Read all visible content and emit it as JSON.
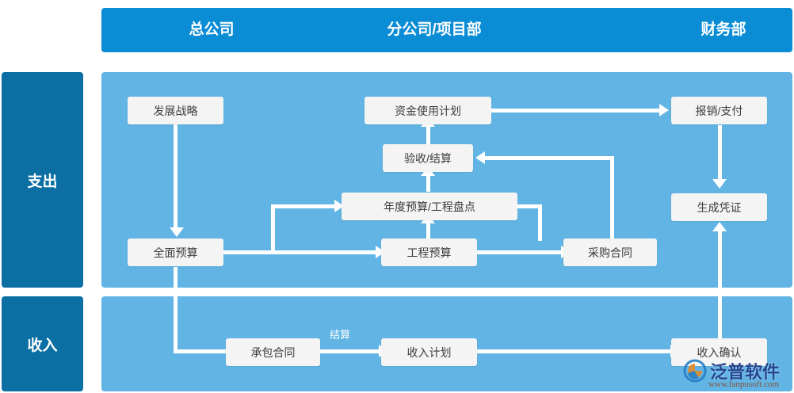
{
  "header": {
    "columns": [
      {
        "label": "总公司"
      },
      {
        "label": "分公司/项目部"
      },
      {
        "label": "财务部"
      }
    ]
  },
  "rows": [
    {
      "label": "支出"
    },
    {
      "label": "收入"
    }
  ],
  "expense_nodes": [
    {
      "id": "dev-strategy",
      "label": "发展战略"
    },
    {
      "id": "overall-budget",
      "label": "全面预算"
    },
    {
      "id": "fund-use-plan",
      "label": "资金使用计划"
    },
    {
      "id": "acceptance-settle",
      "label": "验收/结算"
    },
    {
      "id": "annual-budget",
      "label": "年度预算/工程盘点"
    },
    {
      "id": "project-budget",
      "label": "工程预算"
    },
    {
      "id": "purchase-contract",
      "label": "采购合同"
    },
    {
      "id": "reimburse-pay",
      "label": "报销/支付"
    },
    {
      "id": "generate-voucher",
      "label": "生成凭证"
    }
  ],
  "income_nodes": [
    {
      "id": "contracting",
      "label": "承包合同"
    },
    {
      "id": "income-plan",
      "label": "收入计划"
    },
    {
      "id": "income-confirm",
      "label": "收入确认"
    }
  ],
  "edge_labels": [
    {
      "id": "settlement",
      "label": "结算"
    }
  ],
  "watermark": {
    "brand": "泛普软件",
    "url": "www.fanpusoft.com"
  },
  "colors": {
    "header_blue": "#0b8dd6",
    "sidebar_blue": "#0b6fa4",
    "panel_blue": "#61b4e4",
    "node_bg": "#f4f4f4",
    "connector": "#ffffff"
  }
}
